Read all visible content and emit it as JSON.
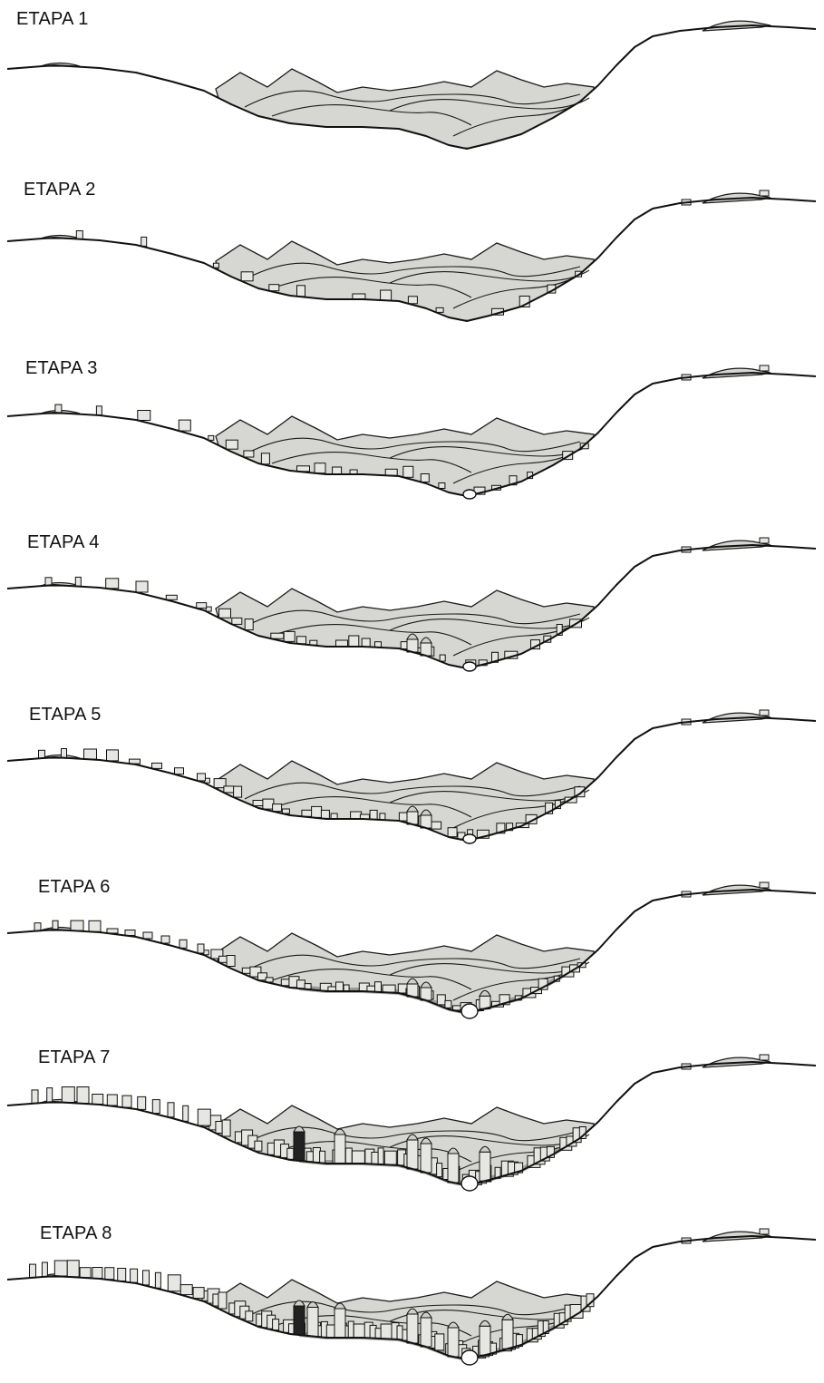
{
  "stages": [
    {
      "id": 1,
      "label": "ETAPA 1",
      "buildings": 0,
      "tunnel": false,
      "churches": 0
    },
    {
      "id": 2,
      "label": "ETAPA 2",
      "buildings": 14,
      "tunnel": false,
      "churches": 0
    },
    {
      "id": 3,
      "label": "ETAPA 3",
      "buildings": 22,
      "tunnel": true,
      "churches": 0
    },
    {
      "id": 4,
      "label": "ETAPA 4",
      "buildings": 30,
      "tunnel": true,
      "churches": 2
    },
    {
      "id": 5,
      "label": "ETAPA 5",
      "buildings": 40,
      "tunnel": true,
      "churches": 2
    },
    {
      "id": 6,
      "label": "ETAPA 6",
      "buildings": 50,
      "tunnel": true,
      "churches": 3
    },
    {
      "id": 7,
      "label": "ETAPA 7",
      "buildings": 60,
      "tunnel": true,
      "churches": 6
    },
    {
      "id": 8,
      "label": "ETAPA 8",
      "buildings": 72,
      "tunnel": true,
      "churches": 8
    }
  ],
  "colors": {
    "hill": "#d6d6d2",
    "line": "#111111",
    "building": "#e6e6e2"
  }
}
